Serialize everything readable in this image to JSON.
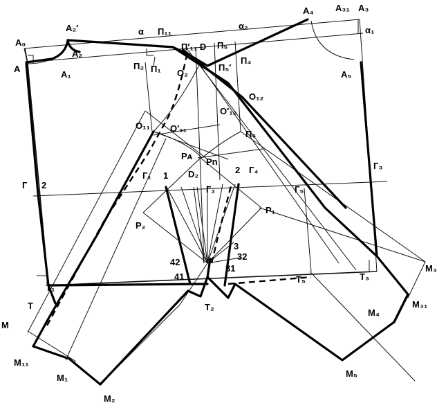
{
  "labels": {
    "A0": "A₀",
    "A2p": "A₂′",
    "A": "A",
    "A2": "A₂",
    "A1": "A₁",
    "a": "α",
    "P11": "П₁₁",
    "a2": "α₂",
    "A4": "A₄",
    "A31": "A₃₁",
    "A3": "A₃",
    "a1": "α₁",
    "P11pD": "П′₁₁ D",
    "P5": "П₅",
    "P2": "П₂",
    "P1": "П₁",
    "O2": "O₂",
    "P5p": "П₅′",
    "P4": "П₄",
    "A5": "A₅",
    "O12": "O₁₂",
    "O12p": "O′₁₂",
    "O11": "O₁₁",
    "O11p": "O′₁₁",
    "P6": "П₆",
    "G3": "Г₃",
    "PA": "Pᴀ",
    "Pn": "Pn",
    "G": "Г",
    "n2a": "2",
    "G1": "Г₁",
    "n1": "1",
    "D2": "D₂",
    "G2": "Г₂",
    "n2b": "2",
    "G4": "Г₄",
    "G5": "Г₅",
    "P1r": "P₁",
    "P2l": "P₂",
    "n3": "3",
    "n32": "32",
    "n42": "42",
    "n31": "31",
    "n41": "41",
    "M3": "M₃",
    "T1": "T₁",
    "T5": "T₅",
    "T3": "T₃",
    "M31": "M₃₁",
    "M": "M",
    "T": "T",
    "T2": "T₂",
    "M4": "M₄",
    "M11": "M₁₁",
    "M1": "M₁",
    "M5": "M₅",
    "M2": "M₂"
  }
}
